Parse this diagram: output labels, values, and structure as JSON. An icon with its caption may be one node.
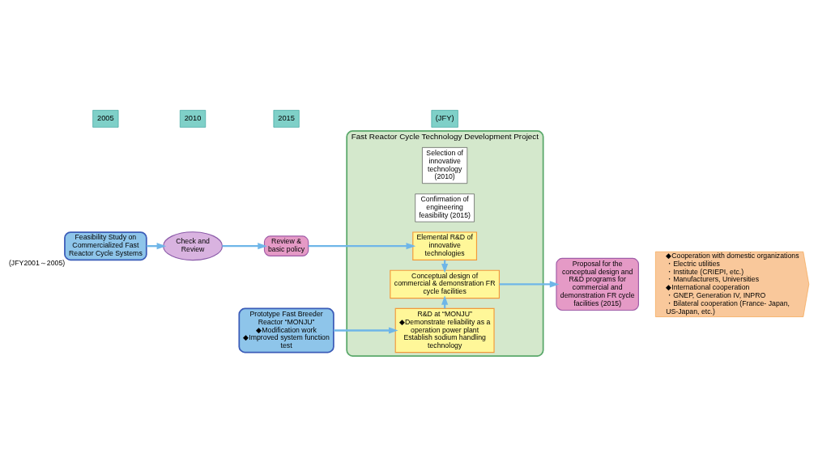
{
  "diagram": {
    "nodes": [
      {
        "text": [
          "Feasibility Study on Commercialized Fast Reactor Cycle Systems"
        ],
        "beside": [
          "(JFY2001～2005)"
        ]
      },
      {
        "text": [
          "Check and Review"
        ]
      },
      {
        "text": [
          "Review & basic policy"
        ]
      },
      {
        "text": [
          "Fast Reactor Cycle Technology Development Project"
        ]
      },
      {
        "text": [
          "Selection of innovative technology (2010)"
        ],
        "in": 3
      },
      {
        "text": [
          "Confirmation of engineering feasibility (2015)"
        ],
        "in": 3
      },
      {
        "text": [
          "Elemental R&D of innovative technologies"
        ],
        "in": 3
      },
      {
        "text": [
          "Conceptual design of commercial & demonstration FR cycle facilities"
        ],
        "in": 3
      },
      {
        "text": [
          "R&D at “MONJU”",
          "◆Demonstrate reliability as a operation power plant",
          "Establish sodium handling technology"
        ],
        "in": 3
      },
      {
        "text": [
          "Prototype Fast Breeder Reactor “MONJU”",
          "◆Modification work",
          "◆Improved system function test"
        ]
      },
      {
        "text": [
          "Proposal for the conceptual design and R&D programs for commercial and demonstration FR cycle facilities (2015)"
        ]
      },
      {
        "text": [
          "◆Cooperation with domestic organizations",
          "・Electric utilities",
          "・Institute (CRIEPI, etc.)",
          "・Manufacturers, Universities",
          "◆International cooperation",
          "・GNEP, Generation IV, INPRO",
          "・Bilateral cooperation (France- Japan, US-Japan, etc.)"
        ]
      }
    ],
    "edges": [
      {
        "from": 0,
        "to": 1,
        "arrow": "to"
      },
      {
        "from": 1,
        "to": 2,
        "arrow": "to"
      },
      {
        "from": 2,
        "to": 6,
        "arrow": "to"
      },
      {
        "from": 6,
        "to": 7,
        "arrow": "to"
      },
      {
        "from": 8,
        "to": 7,
        "arrow": "to"
      },
      {
        "from": 7,
        "to": 10,
        "arrow": "to"
      },
      {
        "from": 9,
        "to": 8,
        "arrow": "to"
      }
    ],
    "labels": [
      "2005",
      "2010",
      "2015",
      "(JFY)"
    ]
  }
}
